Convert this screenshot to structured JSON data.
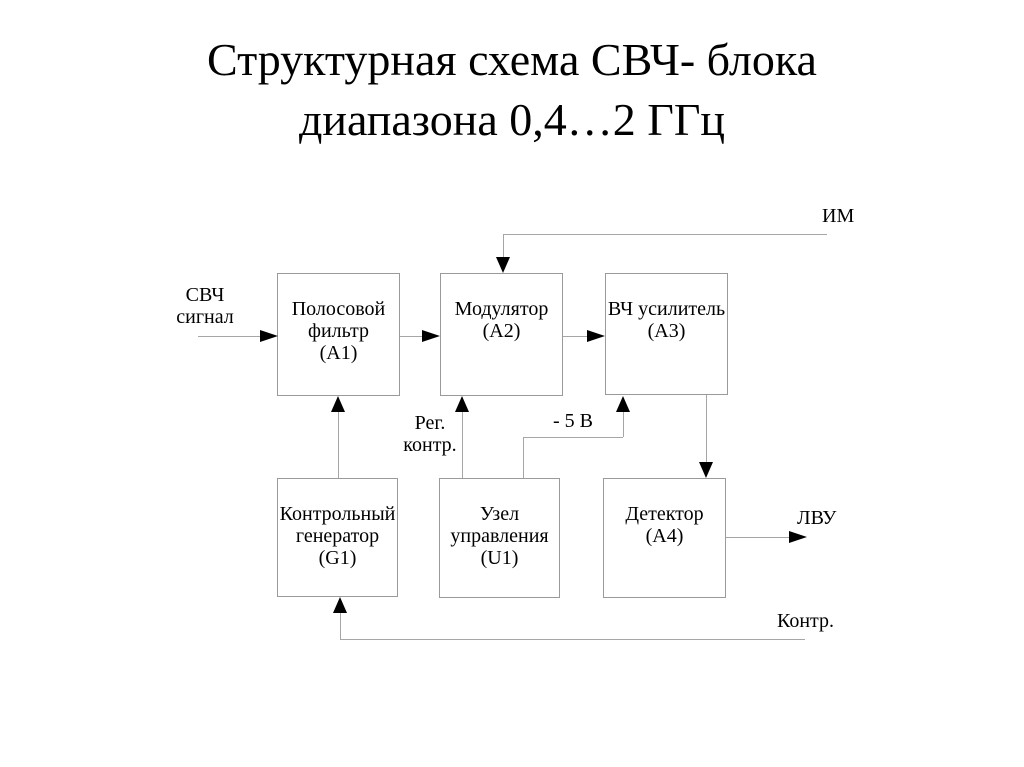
{
  "slide": {
    "title": "Структурная схема СВЧ- блока\nдиапазона 0,4…2 ГГц"
  },
  "blocks": {
    "bandpass_filter": {
      "label": "Полосовой\nфильтр\n(А1)"
    },
    "modulator": {
      "label": "Модулятор\n(А2)"
    },
    "rf_amplifier": {
      "label": "ВЧ усилитель\n(А3)"
    },
    "control_generator": {
      "label": "Контрольный\nгенератор\n(G1)"
    },
    "control_unit": {
      "label": "Узел\nуправления\n(U1)"
    },
    "detector": {
      "label": "Детектор\n(А4)"
    }
  },
  "signal_labels": {
    "svch_signal": "СВЧ\nсигнал",
    "im": "ИМ",
    "reg_kontr": "Рег.\nконтр.",
    "minus_5v": "- 5 В",
    "lvu": "ЛВУ",
    "kontr": "Контр."
  },
  "colors": {
    "background": "#ffffff",
    "text": "#000000",
    "line": "#a6a6a6",
    "block_border": "#9a9a9a",
    "arrowhead": "#000000"
  }
}
